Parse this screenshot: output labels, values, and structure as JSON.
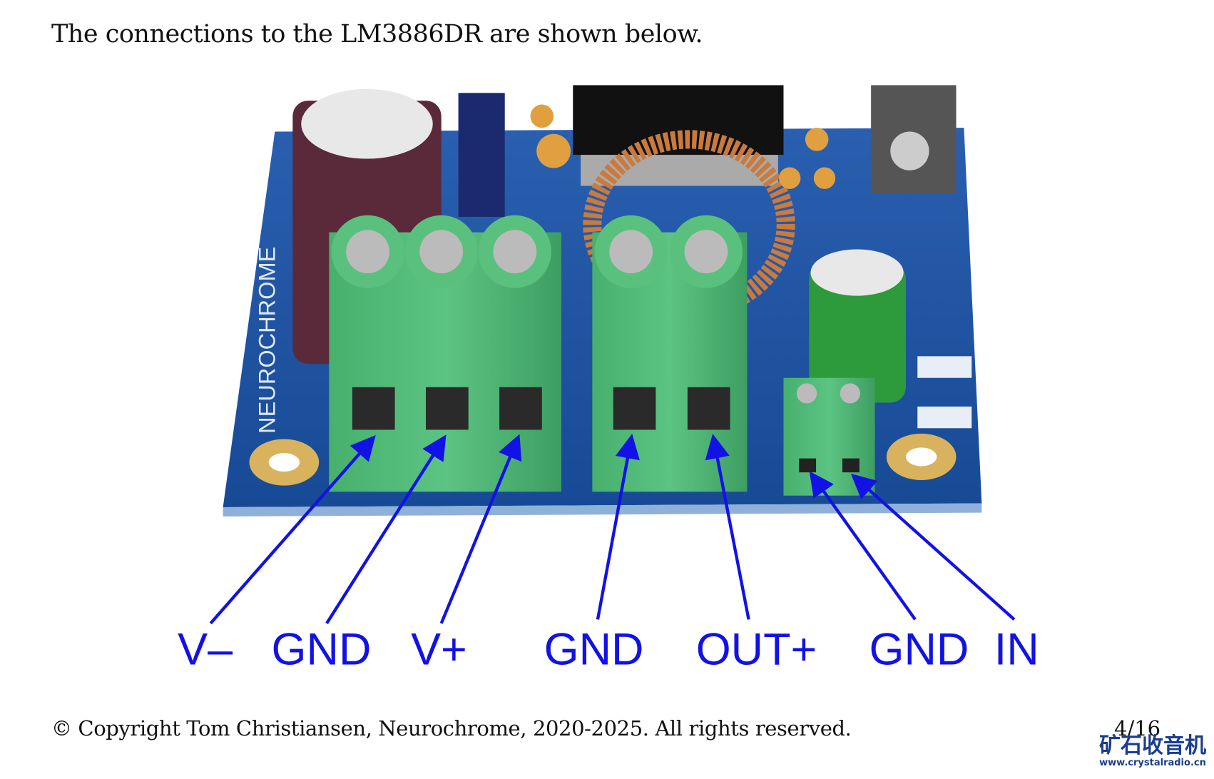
{
  "heading": "The connections to the LM3886DR are shown below.",
  "figure": {
    "labels": [
      "V–",
      "GND",
      "V+",
      "GND",
      "OUT+",
      "GND",
      "IN"
    ],
    "arrow_color": "#1212e6",
    "board_text": "NEUROCHROME"
  },
  "footer": {
    "copyright": "© Copyright Tom Christiansen, Neurochrome, 2020-2025. All rights reserved.",
    "page": "4/16"
  },
  "watermark": {
    "name": "矿石收音机",
    "url": "www.crystalradio.cn"
  }
}
